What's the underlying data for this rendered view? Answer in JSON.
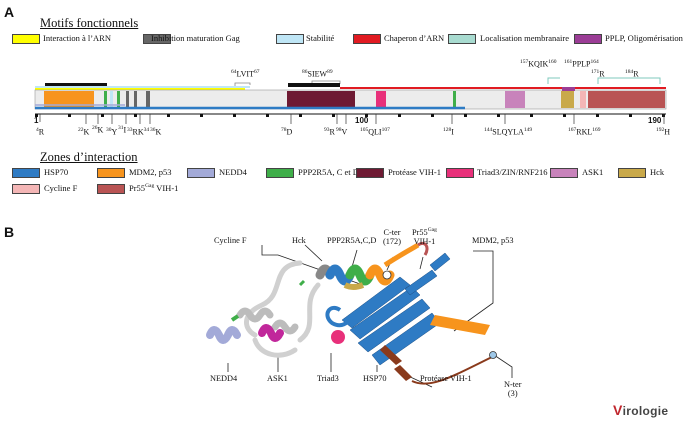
{
  "panel_a": {
    "label": "A",
    "motifs_title": "Motifs fonctionnels",
    "motifs": [
      {
        "label": "Interaction à l’ARN",
        "color": "#ffff00"
      },
      {
        "label": "Inhibition maturation Gag",
        "color": "#666666"
      },
      {
        "label": "Stabilité",
        "color": "#bfe6f6"
      },
      {
        "label": "Chaperon d’ARN",
        "color": "#e11b22"
      },
      {
        "label": "Localisation membranaire",
        "color": "#a8dbd0"
      },
      {
        "label": "PPLP, Oligomérisation",
        "color": "#9b3d96"
      }
    ],
    "zones_title": "Zones d’interaction",
    "zones_row1": [
      {
        "label": "HSP70",
        "color": "#2e7bc4"
      },
      {
        "label": "MDM2, p53",
        "color": "#f7941d"
      },
      {
        "label": "NEDD4",
        "color": "#a3aad8"
      },
      {
        "label": "PPP2R5A, C et D",
        "color": "#3fae49"
      },
      {
        "label": "Protéase VIH-1",
        "color": "#6e1a33"
      },
      {
        "label": "Triad3/ZIN/RNF216",
        "color": "#e8307a"
      },
      {
        "label": "ASK1",
        "color": "#c883bb"
      },
      {
        "label": "Hck",
        "color": "#c9a94a"
      }
    ],
    "zones_row2": [
      {
        "label": "Cycline F",
        "color": "#f4b6b6"
      },
      {
        "label": "Pr55",
        "sup": "Gag",
        "suffix": " VIH-1",
        "color": "#b95454"
      }
    ],
    "scale": {
      "start": "1",
      "hundred": "100",
      "end": "190"
    },
    "bottom_residues": [
      {
        "pre": "4",
        "txt": "R"
      },
      {
        "pre": "22",
        "txt": "K"
      },
      {
        "pre": "26",
        "txt": "K"
      },
      {
        "pre": "30",
        "txt": "Y"
      },
      {
        "pre": "31",
        "txt": "I"
      },
      {
        "pre": "33",
        "txt": "RK"
      },
      {
        "pre": "34",
        "txt": ""
      },
      {
        "pre": "36",
        "txt": "K"
      },
      {
        "pre": "78",
        "txt": "D"
      },
      {
        "pre": "93",
        "txt": "R"
      },
      {
        "pre": "98",
        "txt": "V"
      },
      {
        "pre": "105",
        "txt": "QLI",
        "post": "107"
      },
      {
        "pre": "128",
        "txt": "I"
      },
      {
        "pre": "144",
        "txt": "SLQYLA",
        "post": "149"
      },
      {
        "pre": "167",
        "txt": "RKL",
        "post": "169"
      },
      {
        "pre": "192",
        "txt": "H"
      }
    ],
    "top_residues": [
      {
        "pre": "64",
        "txt": "LVIT",
        "post": "67"
      },
      {
        "pre": "86",
        "txt": "SIEW",
        "post": "89"
      },
      {
        "pre": "157",
        "txt": "KQIK",
        "post": "160"
      },
      {
        "pre": "161",
        "txt": "PPLP",
        "post": "164"
      },
      {
        "pre": "171",
        "txt": "R"
      },
      {
        "pre": "184",
        "txt": "R"
      }
    ]
  },
  "panel_b": {
    "label": "B",
    "annotations": {
      "cycline_f": "Cycline F",
      "hck": "Hck",
      "ppp2r5a": "PPP2R5A,C,D",
      "cter": "C-ter",
      "cter_num": "(172)",
      "pr55": "Pr55",
      "pr55_sup": "Gag",
      "pr55_sub": "VIH-1",
      "mdm2": "MDM2, p53",
      "nedd4": "NEDD4",
      "ask1": "ASK1",
      "triad3": "Triad3",
      "hsp70": "HSP70",
      "protease": "Protéase VIH-1",
      "nter": "N-ter",
      "nter_num": "(3)"
    }
  },
  "logo": {
    "text": "Virologie",
    "initial": "V"
  }
}
